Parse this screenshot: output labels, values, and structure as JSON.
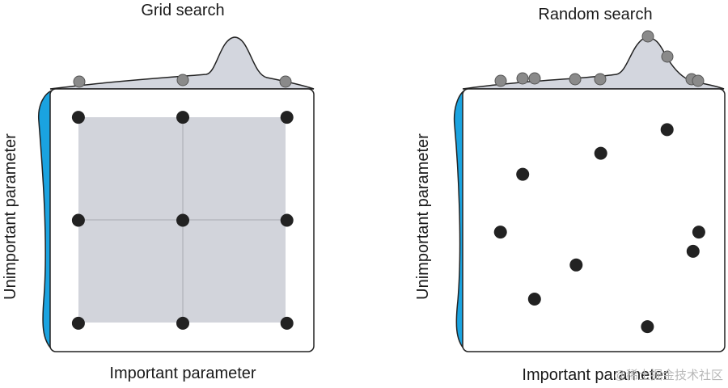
{
  "panels": [
    {
      "id": "grid",
      "title": "Grid search",
      "xlabel": "Important parameter",
      "ylabel": "Unimportant parameter",
      "points": [
        [
          0.107,
          0.892
        ],
        [
          0.503,
          0.892
        ],
        [
          0.898,
          0.892
        ],
        [
          0.107,
          0.5
        ],
        [
          0.503,
          0.5
        ],
        [
          0.898,
          0.5
        ],
        [
          0.107,
          0.108
        ],
        [
          0.503,
          0.108
        ],
        [
          0.898,
          0.108
        ]
      ],
      "grid_lines": true
    },
    {
      "id": "random",
      "title": "Random search",
      "xlabel": "Important parameter",
      "ylabel": "Unimportant parameter",
      "points": [
        [
          0.78,
          0.845
        ],
        [
          0.527,
          0.755
        ],
        [
          0.229,
          0.675
        ],
        [
          0.144,
          0.455
        ],
        [
          0.901,
          0.455
        ],
        [
          0.879,
          0.382
        ],
        [
          0.433,
          0.33
        ],
        [
          0.274,
          0.2
        ],
        [
          0.705,
          0.095
        ]
      ],
      "grid_lines": false
    }
  ],
  "watermark": "@稀土掘金技术社区",
  "colors": {
    "point": "#222222",
    "marginal_point": "#8a8a8a",
    "curve_fill": "#d3d6de",
    "region_fill": "#d2d4db",
    "side_density": "#1aa3e0",
    "frame": "#222222"
  }
}
